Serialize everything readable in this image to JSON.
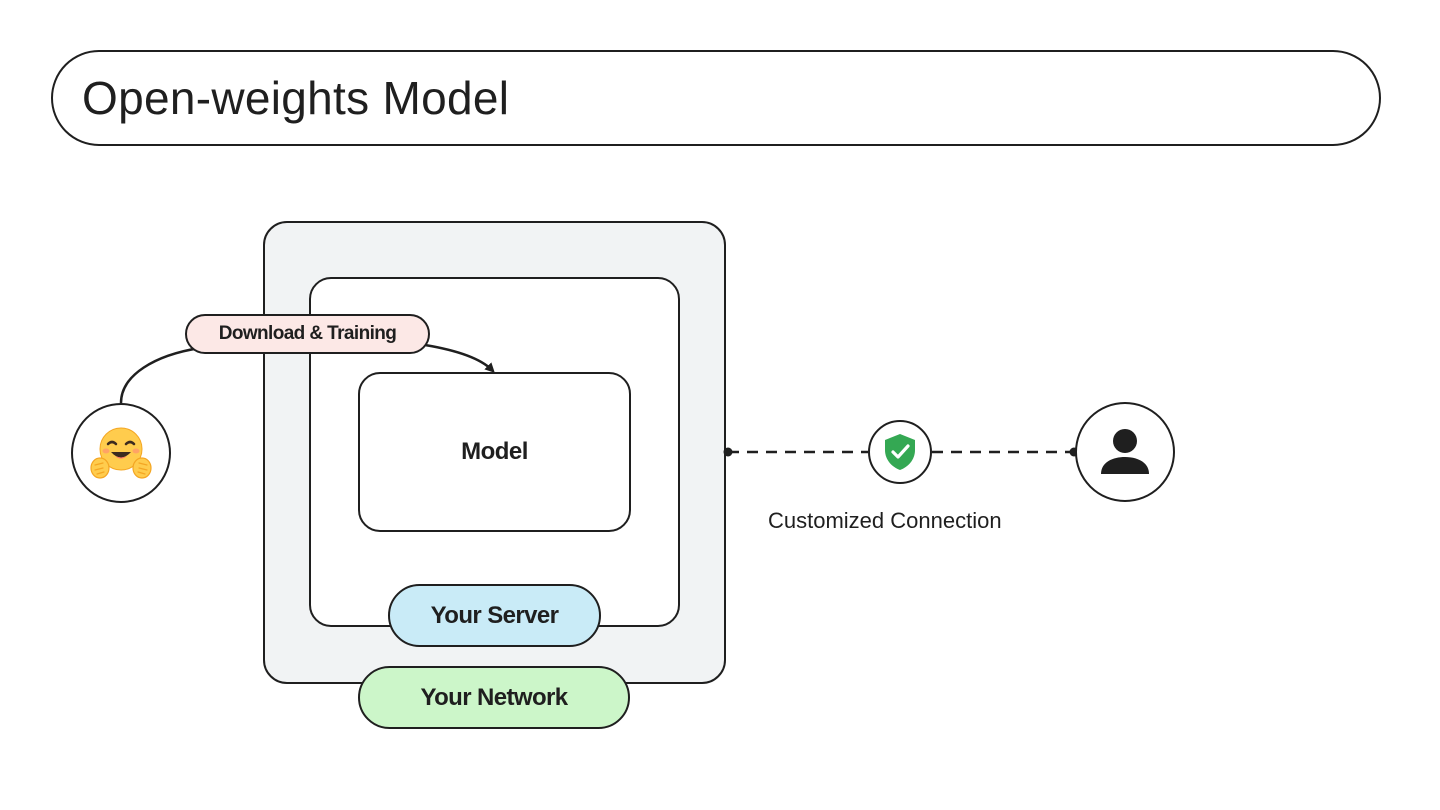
{
  "header": {
    "title": "Open-weights Model"
  },
  "diagram": {
    "model_label": "Model",
    "server_label": "Your Server",
    "network_label": "Your Network",
    "download_label": "Download & Training",
    "connection_label": "Customized Connection"
  },
  "icons": {
    "source": "hugging-face-emoji-icon",
    "security": "shield-check-icon",
    "user": "person-icon"
  },
  "colors": {
    "network_fill": "#f1f3f4",
    "server_pill": "#c9ebf7",
    "network_pill": "#ccf6c9",
    "download_pill": "#fce8e6",
    "shield": "#34a853",
    "stroke": "#1f1f1f"
  }
}
